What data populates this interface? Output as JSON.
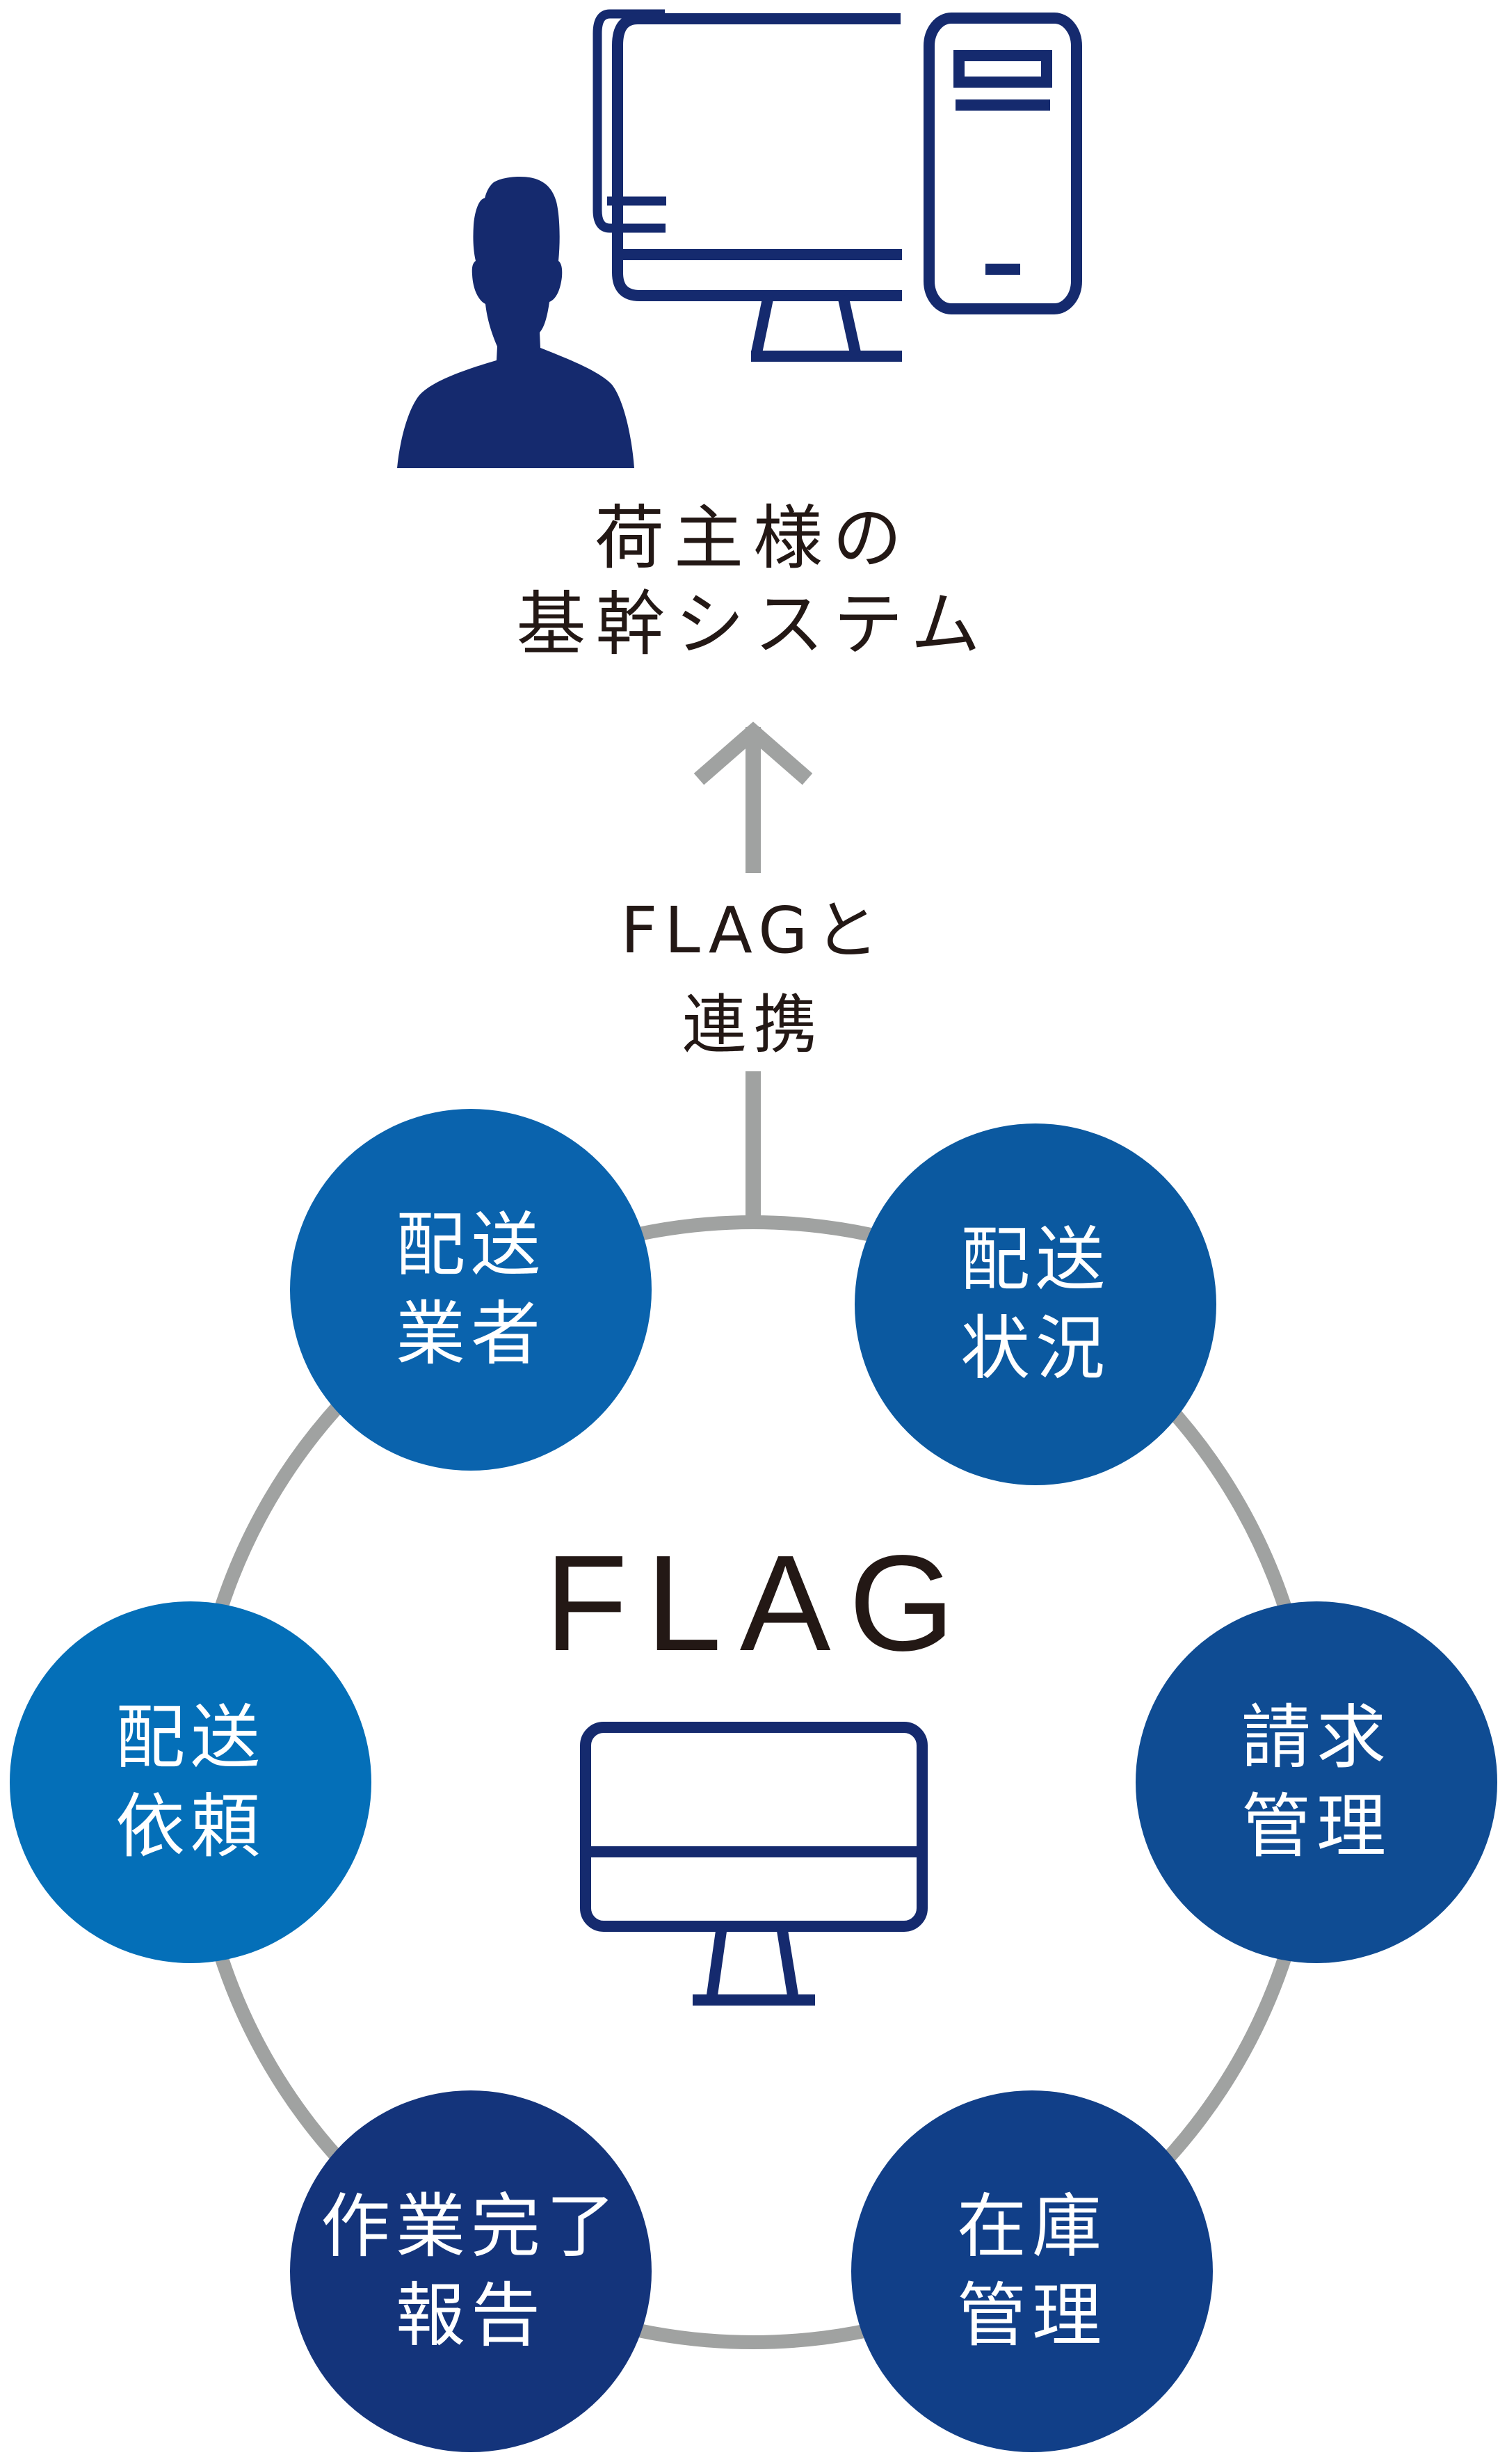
{
  "diagram": {
    "title": "FLAG",
    "top_system": {
      "label_lines": [
        "荷主様の",
        "基幹システム"
      ],
      "icons": [
        "person-icon",
        "desktop-monitor-icon",
        "pc-tower-icon"
      ]
    },
    "link": {
      "label_lines": [
        "FLAGと",
        "連携"
      ],
      "direction": "up"
    },
    "center_icon": "monitor-icon",
    "nodes": [
      {
        "id": "haisou-gyousha",
        "lines": [
          "配送",
          "業者"
        ],
        "color": "#0a63ad"
      },
      {
        "id": "haisou-joukyou",
        "lines": [
          "配送",
          "状況"
        ],
        "color": "#0b59a0"
      },
      {
        "id": "seikyuu-kanri",
        "lines": [
          "請求",
          "管理"
        ],
        "color": "#0f4c93"
      },
      {
        "id": "zaiko-kanri",
        "lines": [
          "在庫",
          "管理"
        ],
        "color": "#113f88"
      },
      {
        "id": "sagyou-kanryou-houkoku",
        "lines": [
          "作業完了",
          "報告"
        ],
        "color": "#14347b"
      },
      {
        "id": "haisou-irai",
        "lines": [
          "配送",
          "依頼"
        ],
        "color": "#046fb8"
      }
    ],
    "colors": {
      "icon_navy": "#152a6e",
      "connector_gray": "#a0a2a1",
      "text_dark": "#231815"
    }
  }
}
